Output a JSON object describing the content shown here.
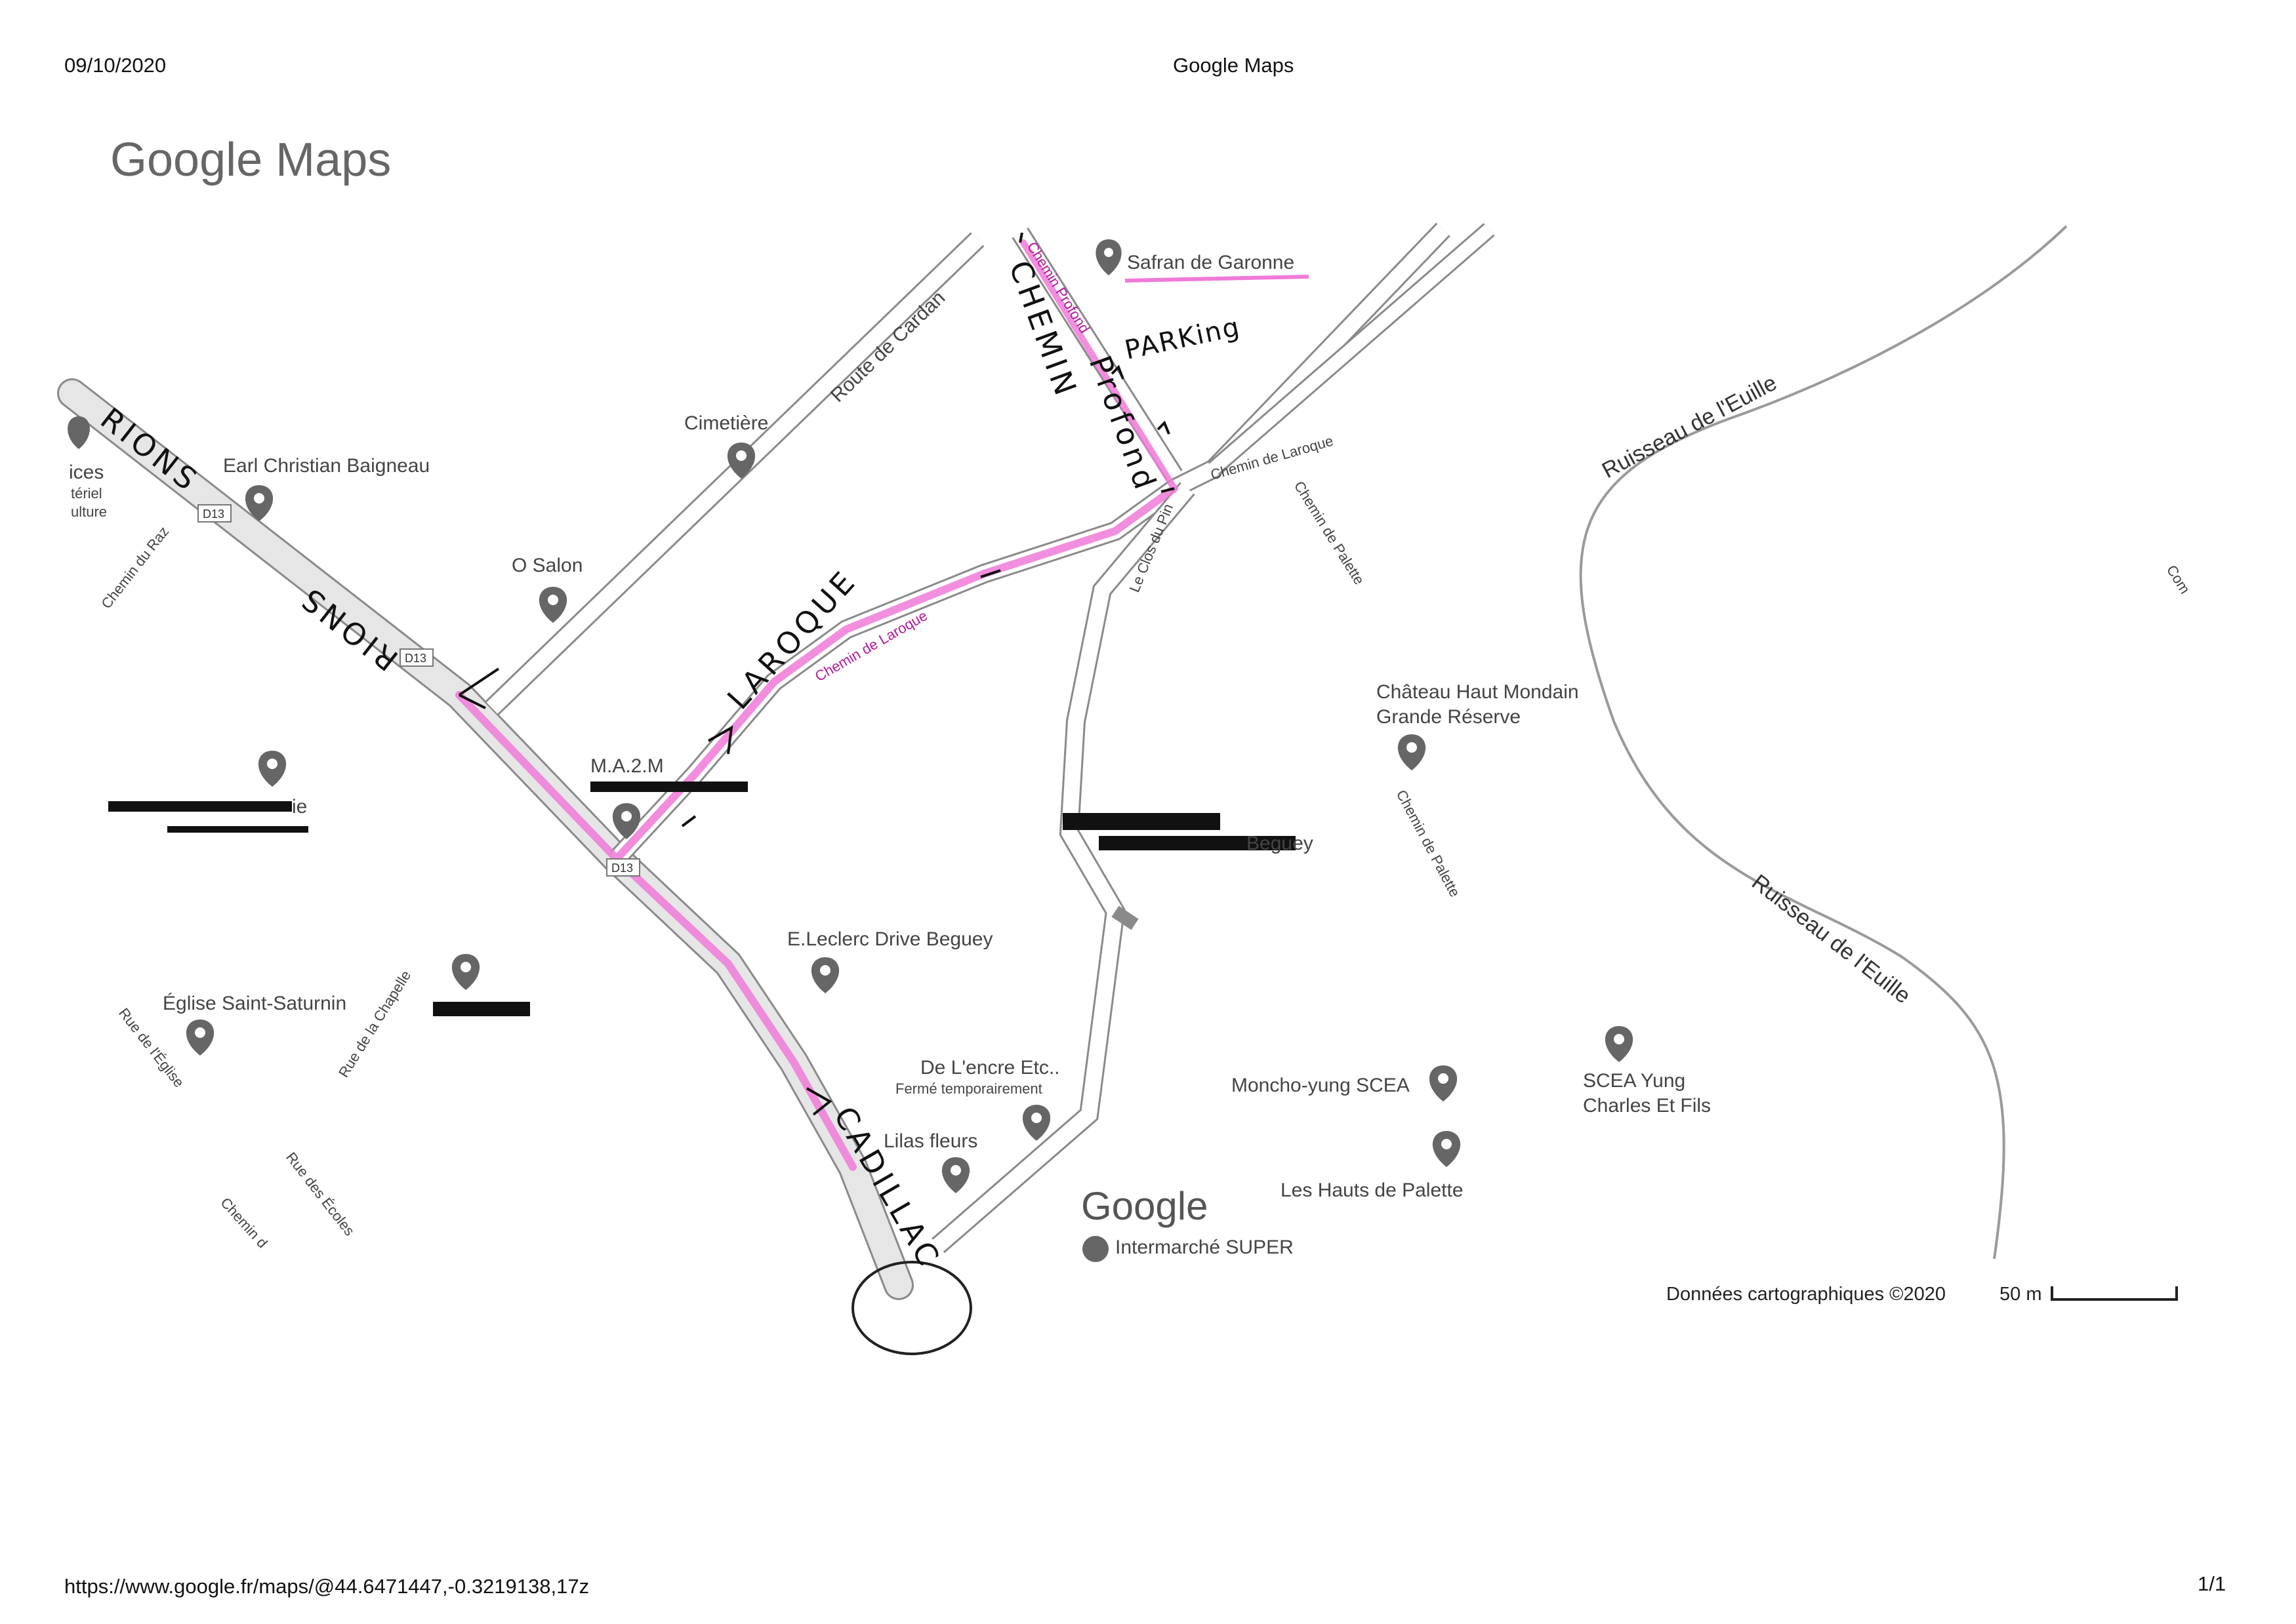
{
  "print": {
    "date": "09/10/2020",
    "title": "Google Maps",
    "url": "https://www.google.fr/maps/@44.6471447,-0.3219138,17z",
    "page": "1/1"
  },
  "logo_text": "Google Maps",
  "attribution": {
    "google_mark": "Google",
    "data": "Données cartographiques ©2020",
    "scale_label": "50 m"
  },
  "roads": {
    "route_de_cardan": "Route de Cardan",
    "chemin_de_laroque_top": "Chemin de Laroque",
    "chemin_de_laroque_mid": "Chemin de Laroque",
    "chemin_profond": "Chemin Profond",
    "le_clos_du_pin": "Le Clos du Pin",
    "chemin_de_palette_1": "Chemin de Palette",
    "chemin_de_palette_2": "Chemin de Palette",
    "chemin_du_raz": "Chemin du Raz",
    "d13_a": "D13",
    "d13_b": "D13",
    "d13_c": "D13",
    "rue_de_la_chapelle": "Rue de la Chapelle",
    "rue_de_l_eglise": "Rue de l'Église",
    "rue_des_ecoles": "Rue des Écoles",
    "chemin_cut": "Chemin d",
    "com_cut": "Com",
    "ruisseau_1": "Ruisseau de l'Euille",
    "ruisseau_2": "Ruisseau de l'Euille"
  },
  "pois": {
    "safran": "Safran de Garonne",
    "cimetiere": "Cimetière",
    "earl": "Earl Christian Baigneau",
    "o_salon": "O Salon",
    "mazm": "M.A.2.M",
    "chateau_1": "Château Haut Mondain",
    "chateau_2": "Grande Réserve",
    "leclerc": "E.Leclerc Drive Beguey",
    "eglise": "Église Saint-Saturnin",
    "encre": "De L'encre Etc..",
    "encre_status": "Fermé temporairement",
    "lilas": "Lilas fleurs",
    "moncho": "Moncho-yung SCEA",
    "scea_1": "SCEA Yung",
    "scea_2": "Charles Et Fils",
    "hauts": "Les Hauts de Palette",
    "intermarche": "Intermarché SUPER",
    "left_cut_1": "ices",
    "left_cut_2": "tériel",
    "left_cut_3": "ulture",
    "perles_tail": "ie",
    "redacted_tail": "Beguey"
  },
  "annotations": {
    "rions_top": "RIONS",
    "rions_mid": "RIONS",
    "laroque": "LAROQUE",
    "chemin": "CHEMIN",
    "profond": "Profond",
    "parking": "PARKing",
    "cadillac": "CADILLAC"
  },
  "colors": {
    "route_highlight": "#f07ad8",
    "road_fill": "#e6e6e6",
    "road_edge": "#8a8a8a",
    "pin": "#666666",
    "ink": "#111111"
  }
}
